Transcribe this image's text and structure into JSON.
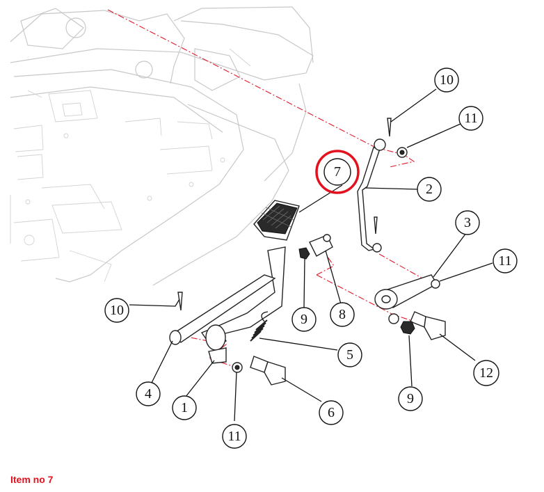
{
  "diagram": {
    "callouts": [
      {
        "label": "10"
      },
      {
        "label": "11"
      },
      {
        "label": "7"
      },
      {
        "label": "2"
      },
      {
        "label": "3"
      },
      {
        "label": "11"
      },
      {
        "label": "10"
      },
      {
        "label": "9"
      },
      {
        "label": "8"
      },
      {
        "label": "5"
      },
      {
        "label": "4"
      },
      {
        "label": "1"
      },
      {
        "label": "6"
      },
      {
        "label": "11"
      },
      {
        "label": "9"
      },
      {
        "label": "12"
      }
    ],
    "highlighted_item": "7"
  },
  "caption": "Item no 7",
  "colors": {
    "highlight": "#e3101e",
    "centerline": "#e0192a",
    "frame": "#c8c8c8"
  }
}
